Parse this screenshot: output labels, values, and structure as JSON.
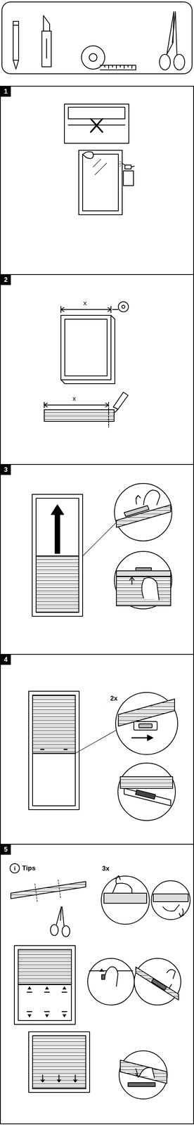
{
  "diagram": {
    "nodes": [
      {
        "text": [
          "1"
        ]
      },
      {
        "text": [
          "2"
        ]
      },
      {
        "text": [
          "3"
        ]
      },
      {
        "text": [
          "4"
        ]
      },
      {
        "text": [
          "5"
        ]
      }
    ],
    "labels": [
      "x",
      "x",
      "2x",
      "3x",
      "i",
      "Tips"
    ]
  }
}
